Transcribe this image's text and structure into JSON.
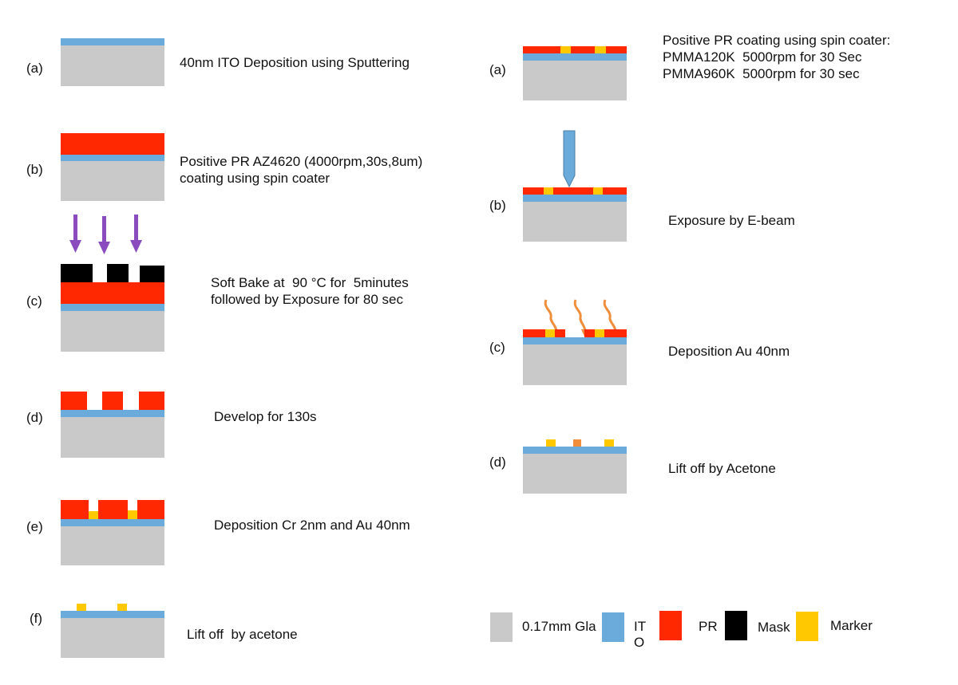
{
  "colors": {
    "glass": "#c9c9c9",
    "ito": "#6aabdb",
    "pr": "#ff2800",
    "mask": "#000000",
    "marker": "#ffc800",
    "deposited_au": "#f08e3c",
    "uv_arrow": "#8a4bbf",
    "deposition_arrow": "#f08e3c",
    "ebeam": "#6aabdb"
  },
  "left_column": {
    "steps": [
      {
        "label": "(a)",
        "description": "40nm ITO Deposition using Sputtering"
      },
      {
        "label": "(b)",
        "description": "Positive PR AZ4620 (4000rpm,30s,8um)\ncoating using spin coater"
      },
      {
        "label": "(c)",
        "description": "Soft Bake at  90 °C for  5minutes\nfollowed by Exposure for 80 sec"
      },
      {
        "label": "(d)",
        "description": "Develop for 130s"
      },
      {
        "label": "(e)",
        "description": "Deposition Cr 2nm and Au 40nm"
      },
      {
        "label": "(f)",
        "description": "Lift off  by acetone"
      }
    ]
  },
  "right_column": {
    "steps": [
      {
        "label": "(a)",
        "description": "Positive PR coating using spin coater:\nPMMA120K  5000rpm for 30 Sec\nPMMA960K  5000rpm for 30 sec"
      },
      {
        "label": "(b)",
        "description": "Exposure by E-beam"
      },
      {
        "label": "(c)",
        "description": "Deposition Au 40nm"
      },
      {
        "label": "(d)",
        "description": "Lift off by Acetone"
      }
    ]
  },
  "legend": {
    "items": [
      {
        "key": "glass",
        "label": "0.17mm Gla"
      },
      {
        "key": "ito",
        "label": "IT\nO"
      },
      {
        "key": "pr",
        "label": "PR"
      },
      {
        "key": "mask",
        "label": "Mask"
      },
      {
        "key": "marker",
        "label": "Marker"
      }
    ]
  }
}
